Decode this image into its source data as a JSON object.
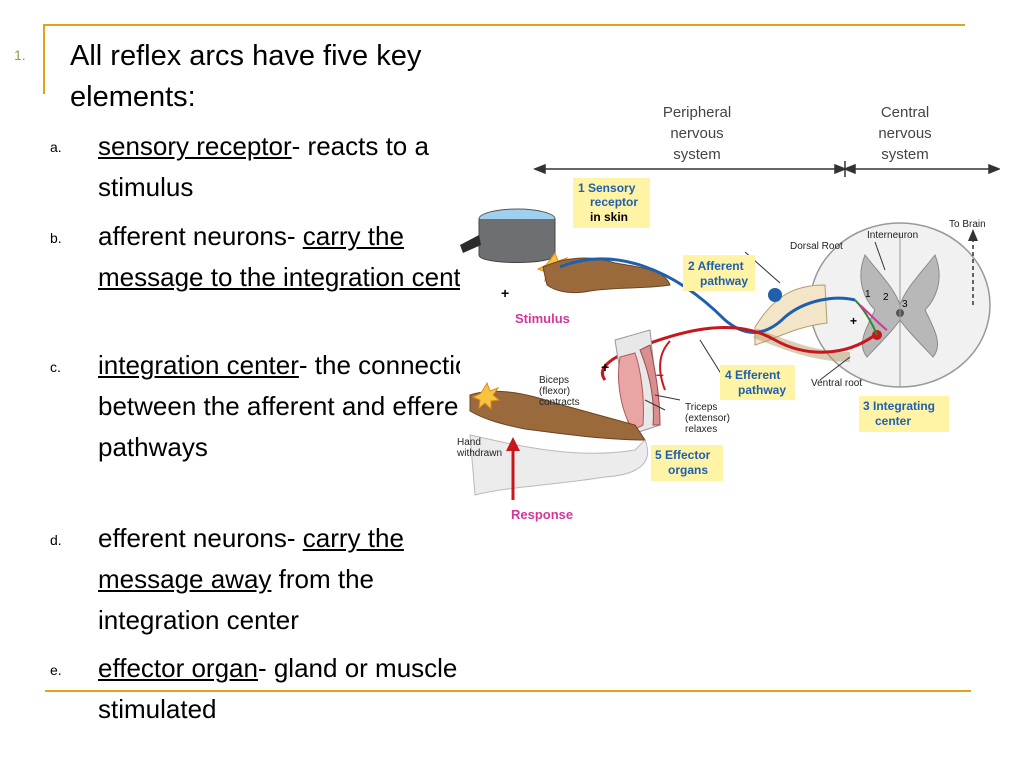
{
  "slide": {
    "number": "1.",
    "lead": "All reflex arcs have five key elements:",
    "items": [
      {
        "letter": "a.",
        "term": "sensory receptor",
        "rest": "- reacts to a stimulus"
      },
      {
        "letter": "b.",
        "pre": "afferent neurons- ",
        "term": "carry the message to the integration center"
      },
      {
        "letter": "c.",
        "term": "integration center",
        "rest": "- the connection between the afferent and efferent pathways"
      },
      {
        "letter": "d.",
        "pre": "efferent neurons- ",
        "term": "carry the message away",
        "rest": " from the integration center"
      },
      {
        "letter": "e.",
        "term": "effector organ",
        "rest": "- gland or muscle stimulated"
      }
    ]
  },
  "figure": {
    "region_peripheral": "Peripheral nervous system",
    "region_central": "Central nervous system",
    "step1": "1 Sensory receptor in skin",
    "step2": "2 Afferent pathway",
    "step3": "3 Integrating center",
    "step4": "4 Efferent pathway",
    "step5": "5 Effector organs",
    "stimulus": "Stimulus",
    "response": "Response",
    "biceps": "Biceps (flexor) contracts",
    "triceps": "Triceps (extensor) relaxes",
    "hand": "Hand withdrawn",
    "dorsal_root": "Dorsal Root",
    "ventral_root": "Ventral root",
    "interneuron": "Interneuron",
    "to_brain": "To Brain",
    "plus": "+",
    "minus": "–",
    "num1": "1",
    "num2": "2",
    "num3": "3",
    "colors": {
      "accent": "#e3a21a",
      "afferent": "#1f5fb0",
      "efferent": "#c8161d",
      "label_box": "#fff3a6",
      "label_text": "#1f5fb0"
    }
  }
}
